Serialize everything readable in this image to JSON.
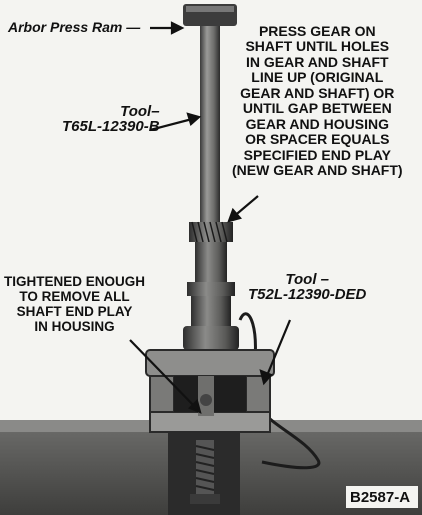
{
  "labels": {
    "arbor_press_ram": "Arbor Press Ram —",
    "tool_a": "Tool–\nT65L-12390-B",
    "tool_b": "Tool –\nT52L-12390-DED",
    "tightened": "TIGHTENED ENOUGH\nTO REMOVE ALL\nSHAFT END PLAY\nIN HOUSING",
    "press_gear": "PRESS GEAR ON\nSHAFT UNTIL HOLES\nIN GEAR AND SHAFT\nLINE UP (ORIGINAL\nGEAR AND SHAFT) OR\nUNTIL GAP BETWEEN\nGEAR AND HOUSING\nOR SPACER EQUALS\nSPECIFIED END PLAY\n(NEW GEAR AND SHAFT)",
    "figure_id": "B2587-A"
  }
}
